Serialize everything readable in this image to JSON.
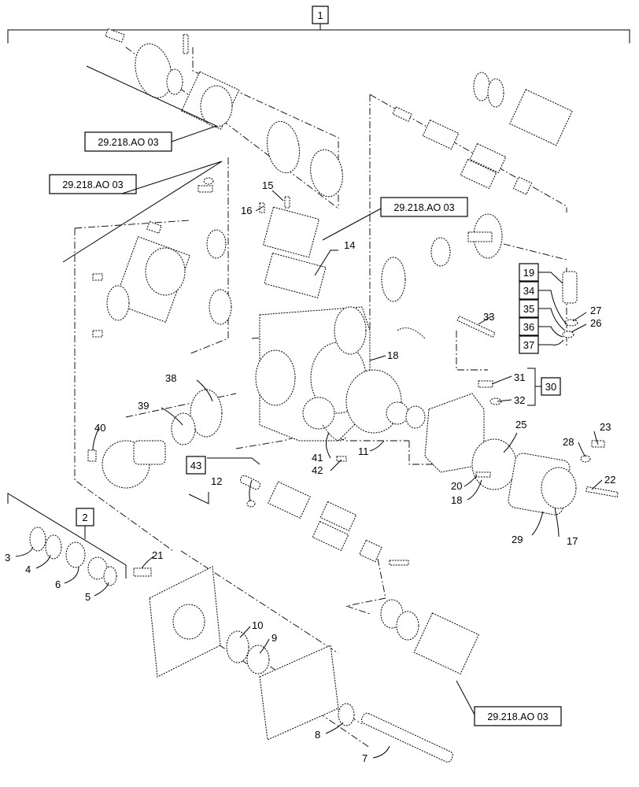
{
  "assembly_label": "1",
  "sub_assemblies": {
    "kit_2": "2",
    "kit_30": "30",
    "kit_43": "43"
  },
  "reference_labels": [
    "29.218.AO 03",
    "29.218.AO 03",
    "29.218.AO 03",
    "29.218.AO 03"
  ],
  "stack_labels": [
    "19",
    "34",
    "35",
    "36",
    "37"
  ],
  "callouts": {
    "c3": "3",
    "c4": "4",
    "c5": "5",
    "c6": "6",
    "c7": "7",
    "c8": "8",
    "c9": "9",
    "c10": "10",
    "c11": "11",
    "c12": "12",
    "c14": "14",
    "c15": "15",
    "c16": "16",
    "c17": "17",
    "c18a": "18",
    "c18b": "18",
    "c20": "20",
    "c21": "21",
    "c22": "22",
    "c23": "23",
    "c25": "25",
    "c26": "26",
    "c27": "27",
    "c28": "28",
    "c29": "29",
    "c31": "31",
    "c32": "32",
    "c33": "33",
    "c38": "38",
    "c39": "39",
    "c40": "40",
    "c41": "41",
    "c42": "42"
  }
}
